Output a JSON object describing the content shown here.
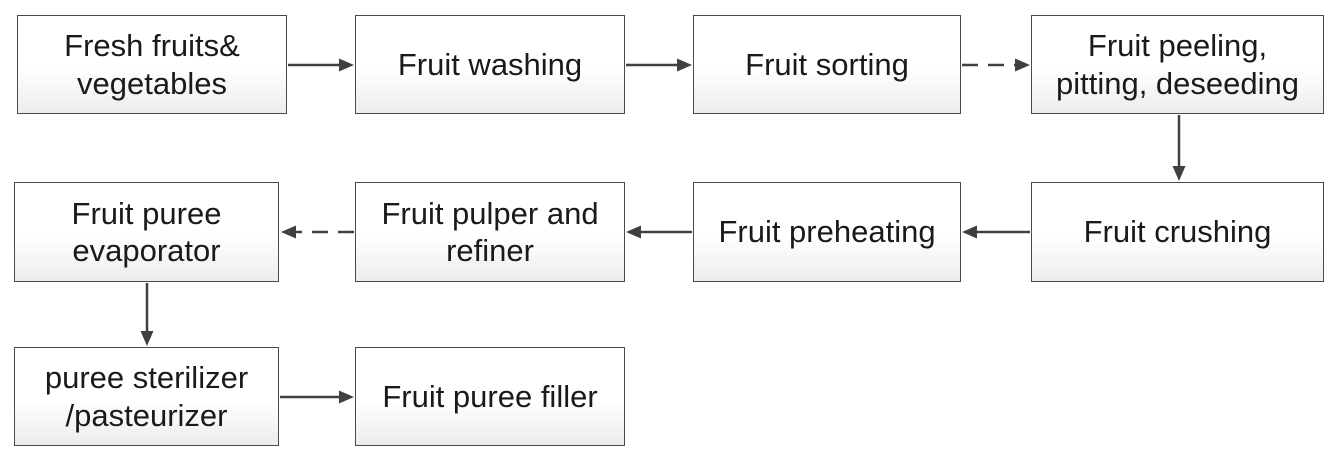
{
  "flowchart": {
    "nodes": [
      {
        "id": "fresh",
        "lines": [
          "Fresh fruits&",
          "vegetables"
        ]
      },
      {
        "id": "washing",
        "lines": [
          "Fruit washing"
        ]
      },
      {
        "id": "sorting",
        "lines": [
          "Fruit sorting"
        ]
      },
      {
        "id": "peeling",
        "lines": [
          "Fruit peeling,",
          "pitting, deseeding"
        ]
      },
      {
        "id": "crushing",
        "lines": [
          "Fruit crushing"
        ]
      },
      {
        "id": "preheating",
        "lines": [
          "Fruit preheating"
        ]
      },
      {
        "id": "pulper",
        "lines": [
          "Fruit pulper and",
          "refiner"
        ]
      },
      {
        "id": "evaporator",
        "lines": [
          "Fruit puree",
          "evaporator"
        ]
      },
      {
        "id": "sterilizer",
        "lines": [
          "puree sterilizer",
          "/pasteurizer"
        ]
      },
      {
        "id": "filler",
        "lines": [
          "Fruit puree filler"
        ]
      }
    ],
    "edges": [
      {
        "from": "fresh",
        "to": "washing",
        "style": "solid"
      },
      {
        "from": "washing",
        "to": "sorting",
        "style": "solid"
      },
      {
        "from": "sorting",
        "to": "peeling",
        "style": "dashed"
      },
      {
        "from": "peeling",
        "to": "crushing",
        "style": "solid"
      },
      {
        "from": "crushing",
        "to": "preheating",
        "style": "solid"
      },
      {
        "from": "preheating",
        "to": "pulper",
        "style": "solid"
      },
      {
        "from": "pulper",
        "to": "evaporator",
        "style": "dashed"
      },
      {
        "from": "evaporator",
        "to": "sterilizer",
        "style": "solid"
      },
      {
        "from": "sterilizer",
        "to": "filler",
        "style": "solid"
      }
    ],
    "colors": {
      "border": "#4a4a4a",
      "arrow": "#404040",
      "text": "#1a1a1a"
    }
  }
}
